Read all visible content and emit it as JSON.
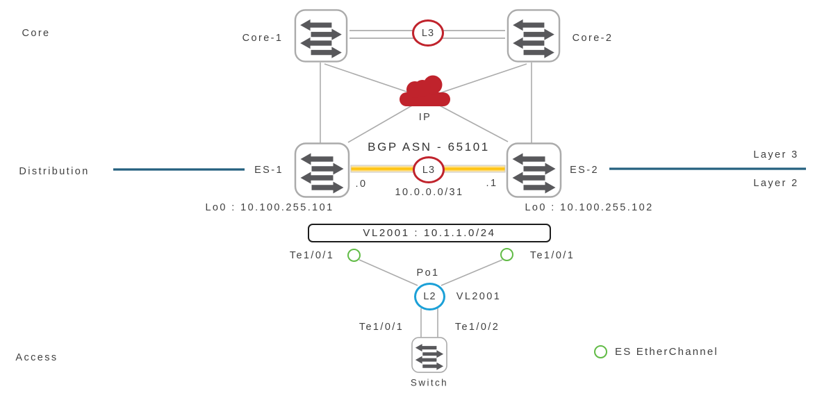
{
  "layers": {
    "core": "Core",
    "distribution": "Distribution",
    "access": "Access"
  },
  "nodes": {
    "core1": {
      "label": "Core-1"
    },
    "core2": {
      "label": "Core-2"
    },
    "es1": {
      "label": "ES-1",
      "loopback": "Lo0 : 10.100.255.101"
    },
    "es2": {
      "label": "ES-2",
      "loopback": "Lo0 : 10.100.255.102"
    },
    "access_switch": {
      "label": "Switch"
    },
    "ip_cloud": {
      "label": "IP"
    }
  },
  "links": {
    "core_interlink": {
      "badge": "L3"
    },
    "es_interlink": {
      "badge": "L3",
      "bgp_asn": "BGP ASN - 65101",
      "subnet": "10.0.0.0/31",
      "es1_host": ".0",
      "es2_host": ".1"
    },
    "port_channel": {
      "badge": "L2",
      "name": "Po1",
      "vlan": "VL2001",
      "es1_port": "Te1/0/1",
      "es2_port": "Te1/0/1",
      "switch_port_left": "Te1/0/1",
      "switch_port_right": "Te1/0/2"
    },
    "vlan_subnet": "VL2001 : 10.1.1.0/24"
  },
  "side_labels": {
    "layer3": "Layer 3",
    "layer2": "Layer 2"
  },
  "legend": {
    "es_etherchannel": "ES EtherChannel"
  },
  "colors": {
    "red": "#C0232C",
    "cisco_blue": "#1BA0D7",
    "green": "#61BB46",
    "dark_teal": "#25607F",
    "gold": "#FFC20A",
    "wire_gray": "#ABABAB",
    "text_gray": "#404040"
  }
}
